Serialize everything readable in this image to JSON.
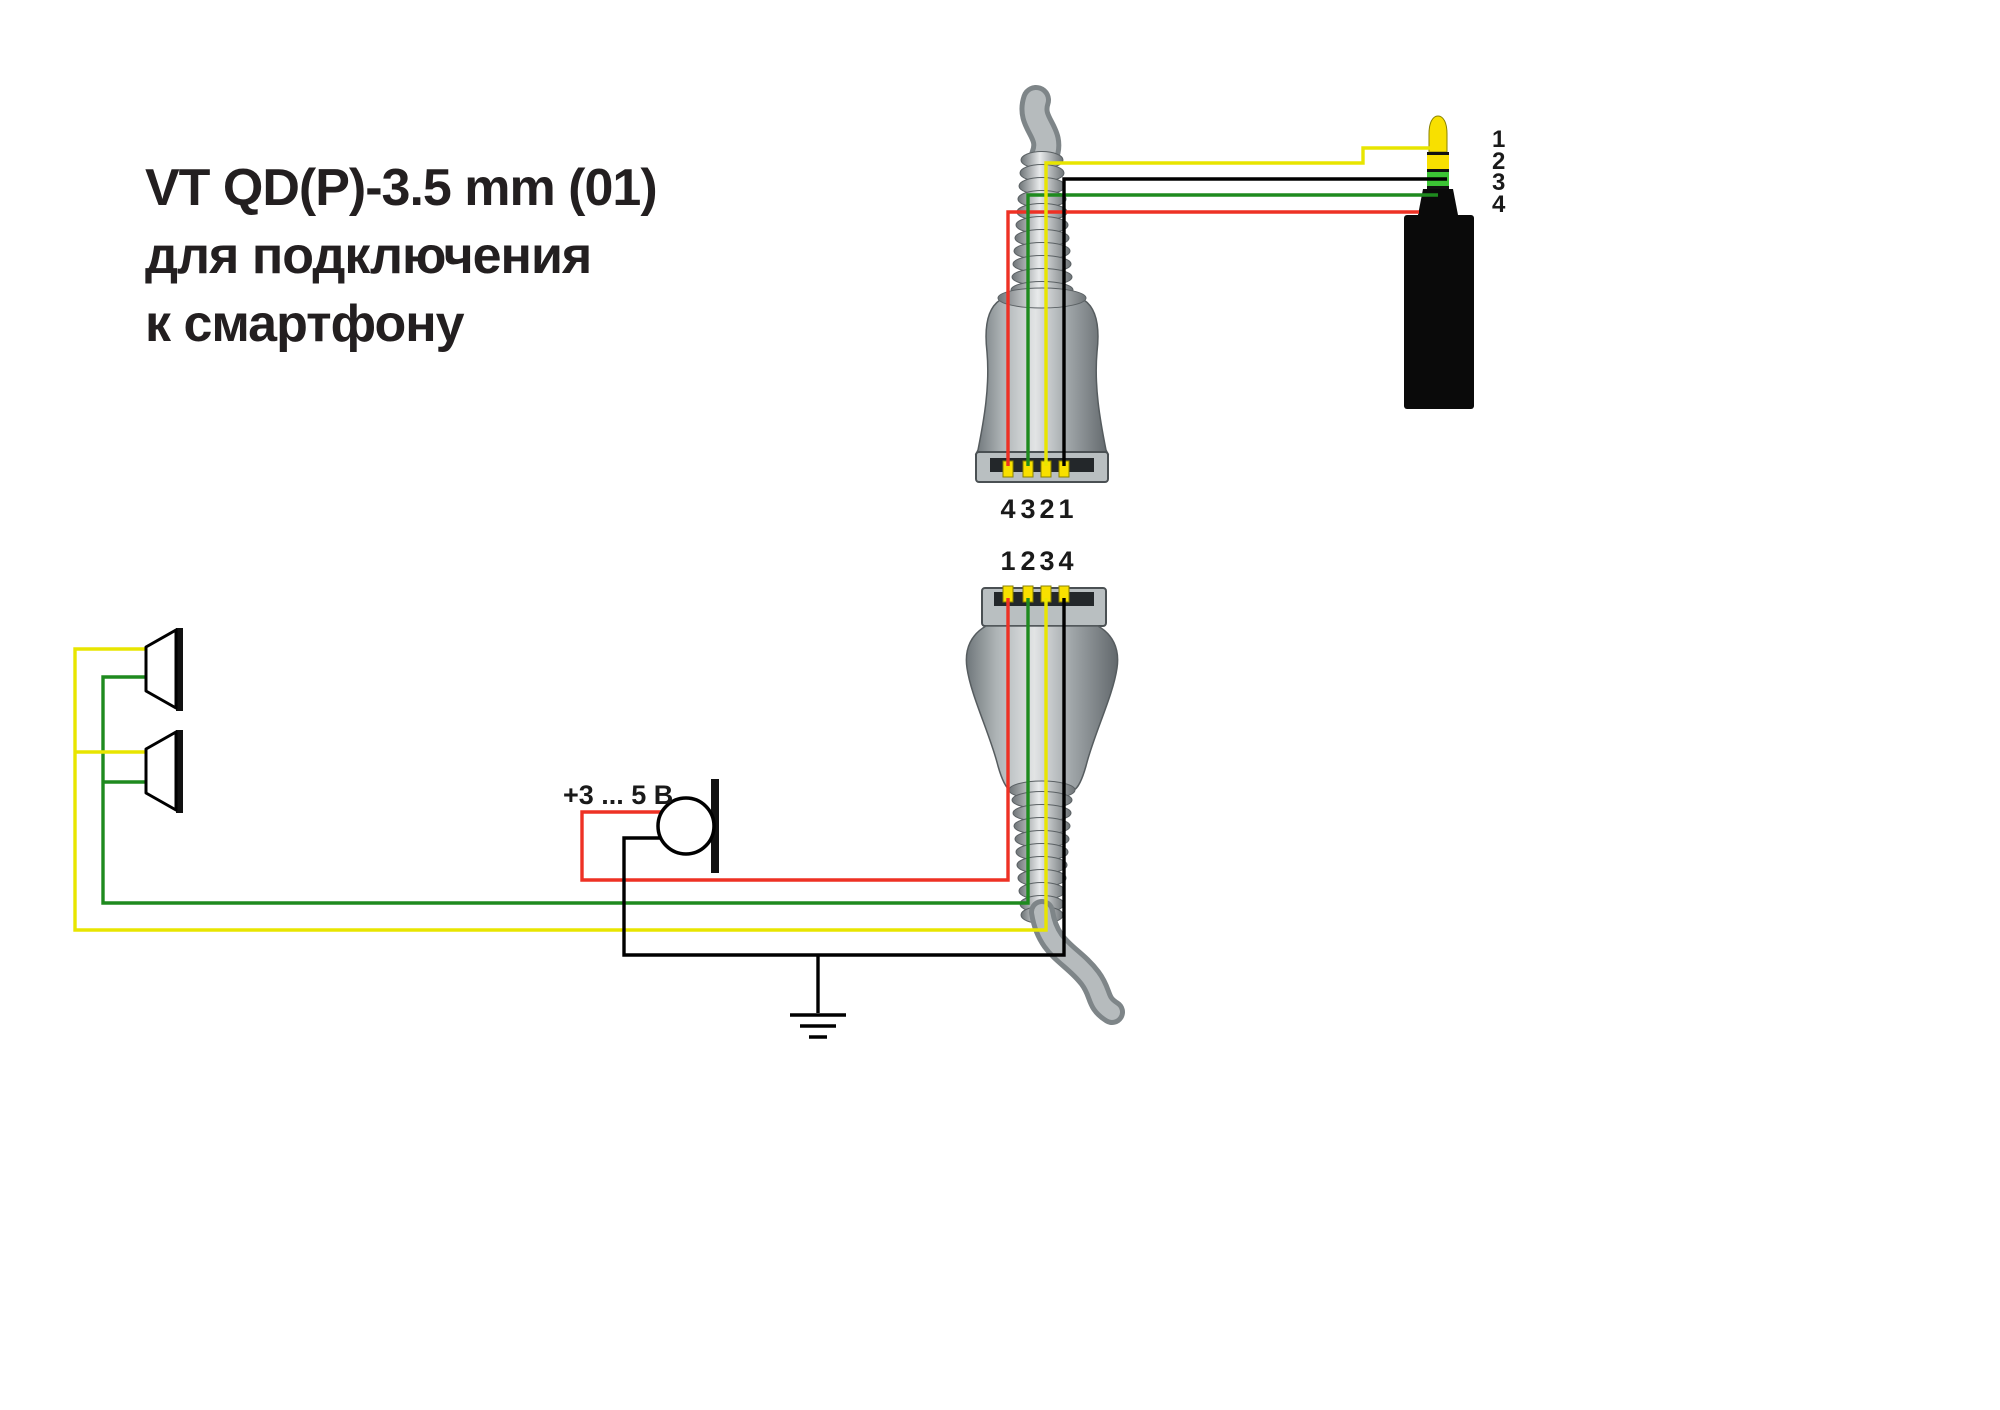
{
  "title": {
    "line1": "VT QD(P)-3.5 mm (01)",
    "line2": "для подключения",
    "line3": "к смартфону"
  },
  "top_connector": {
    "pin_labels": [
      "4",
      "3",
      "2",
      "1"
    ]
  },
  "bottom_connector": {
    "pin_labels": [
      "1",
      "2",
      "3",
      "4"
    ]
  },
  "jack": {
    "pin_labels": [
      "1",
      "2",
      "3",
      "4"
    ]
  },
  "microphone": {
    "voltage_label": "+3 ... 5 В"
  },
  "colors": {
    "wire_yellow": "#e8e500",
    "wire_green": "#1e8a1e",
    "wire_red": "#ee3124",
    "wire_black": "#000000",
    "contact_yellow": "#f8e000",
    "jack_yellow": "#f8e000",
    "jack_green": "#3cc435",
    "text": "#231f20"
  }
}
